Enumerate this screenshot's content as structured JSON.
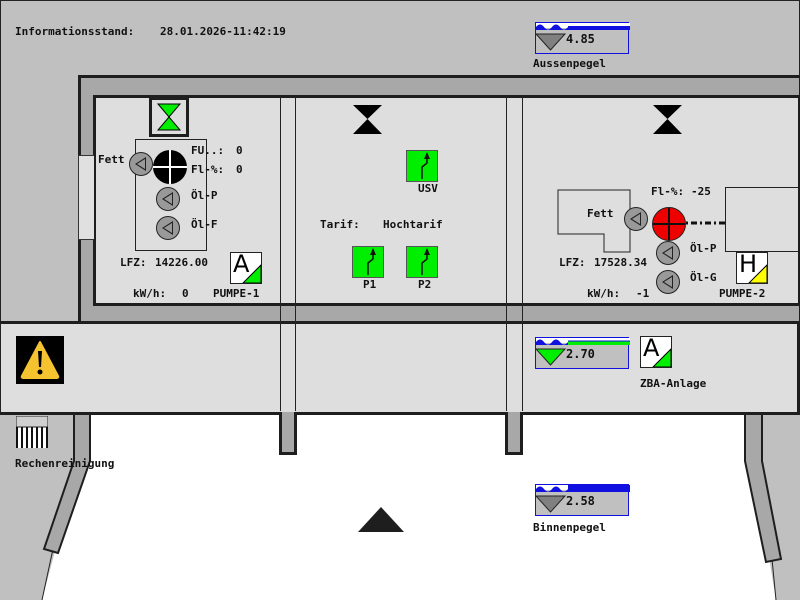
{
  "header": {
    "info_label": "Informationsstand:",
    "info_timestamp": "28.01.2026-11:42:19"
  },
  "gauges": {
    "aussen": {
      "value": "4.85",
      "label": "Aussenpegel",
      "color": "#1010e0",
      "triangle": "#808080"
    },
    "zba": {
      "value": "2.70",
      "label": "",
      "color": "#1010e0",
      "triangle": "#00ee00",
      "bar": "#00ee00"
    },
    "binnen": {
      "value": "2.58",
      "label": "Binnenpegel",
      "color": "#1010e0",
      "triangle": "#808080"
    }
  },
  "pump1": {
    "fett_label": "Fett",
    "fu_label": "FU..:",
    "fu_value": "0",
    "fl_label": "Fl-%:",
    "fl_value": "0",
    "oel_p_label": "Öl-P",
    "oel_f_label": "Öl-F",
    "lfz_label": "LFZ:",
    "lfz_value": "14226.00",
    "kwh_label": "kW/h:",
    "kwh_value": "0",
    "name": "PUMPE-1",
    "mode": "A",
    "mode_color": "#00ee00",
    "state_color": "#000000",
    "valve_color": "#00ee00"
  },
  "middle": {
    "usv_label": "USV",
    "tarif_label": "Tarif:",
    "tarif_value": "Hochtarif",
    "p1_label": "P1",
    "p2_label": "P2",
    "switch_color": "#00ee00"
  },
  "pump2": {
    "fett_label": "Fett",
    "fl_label": "Fl-%:",
    "fl_value": "-25",
    "oel_p_label": "Öl-P",
    "oel_g_label": "Öl-G",
    "lfz_label": "LFZ:",
    "lfz_value": "17528.34",
    "kwh_label": "kW/h:",
    "kwh_value": "-1",
    "name": "PUMPE-2",
    "mode": "H",
    "mode_color": "#ffff00",
    "state_color": "#ee0000"
  },
  "zba": {
    "mode": "A",
    "mode_color": "#00ee00",
    "label": "ZBA-Anlage"
  },
  "alarm": {
    "icon": "warning-icon",
    "color": "#f5c330"
  },
  "rechen": {
    "label": "Rechenreinigung"
  }
}
